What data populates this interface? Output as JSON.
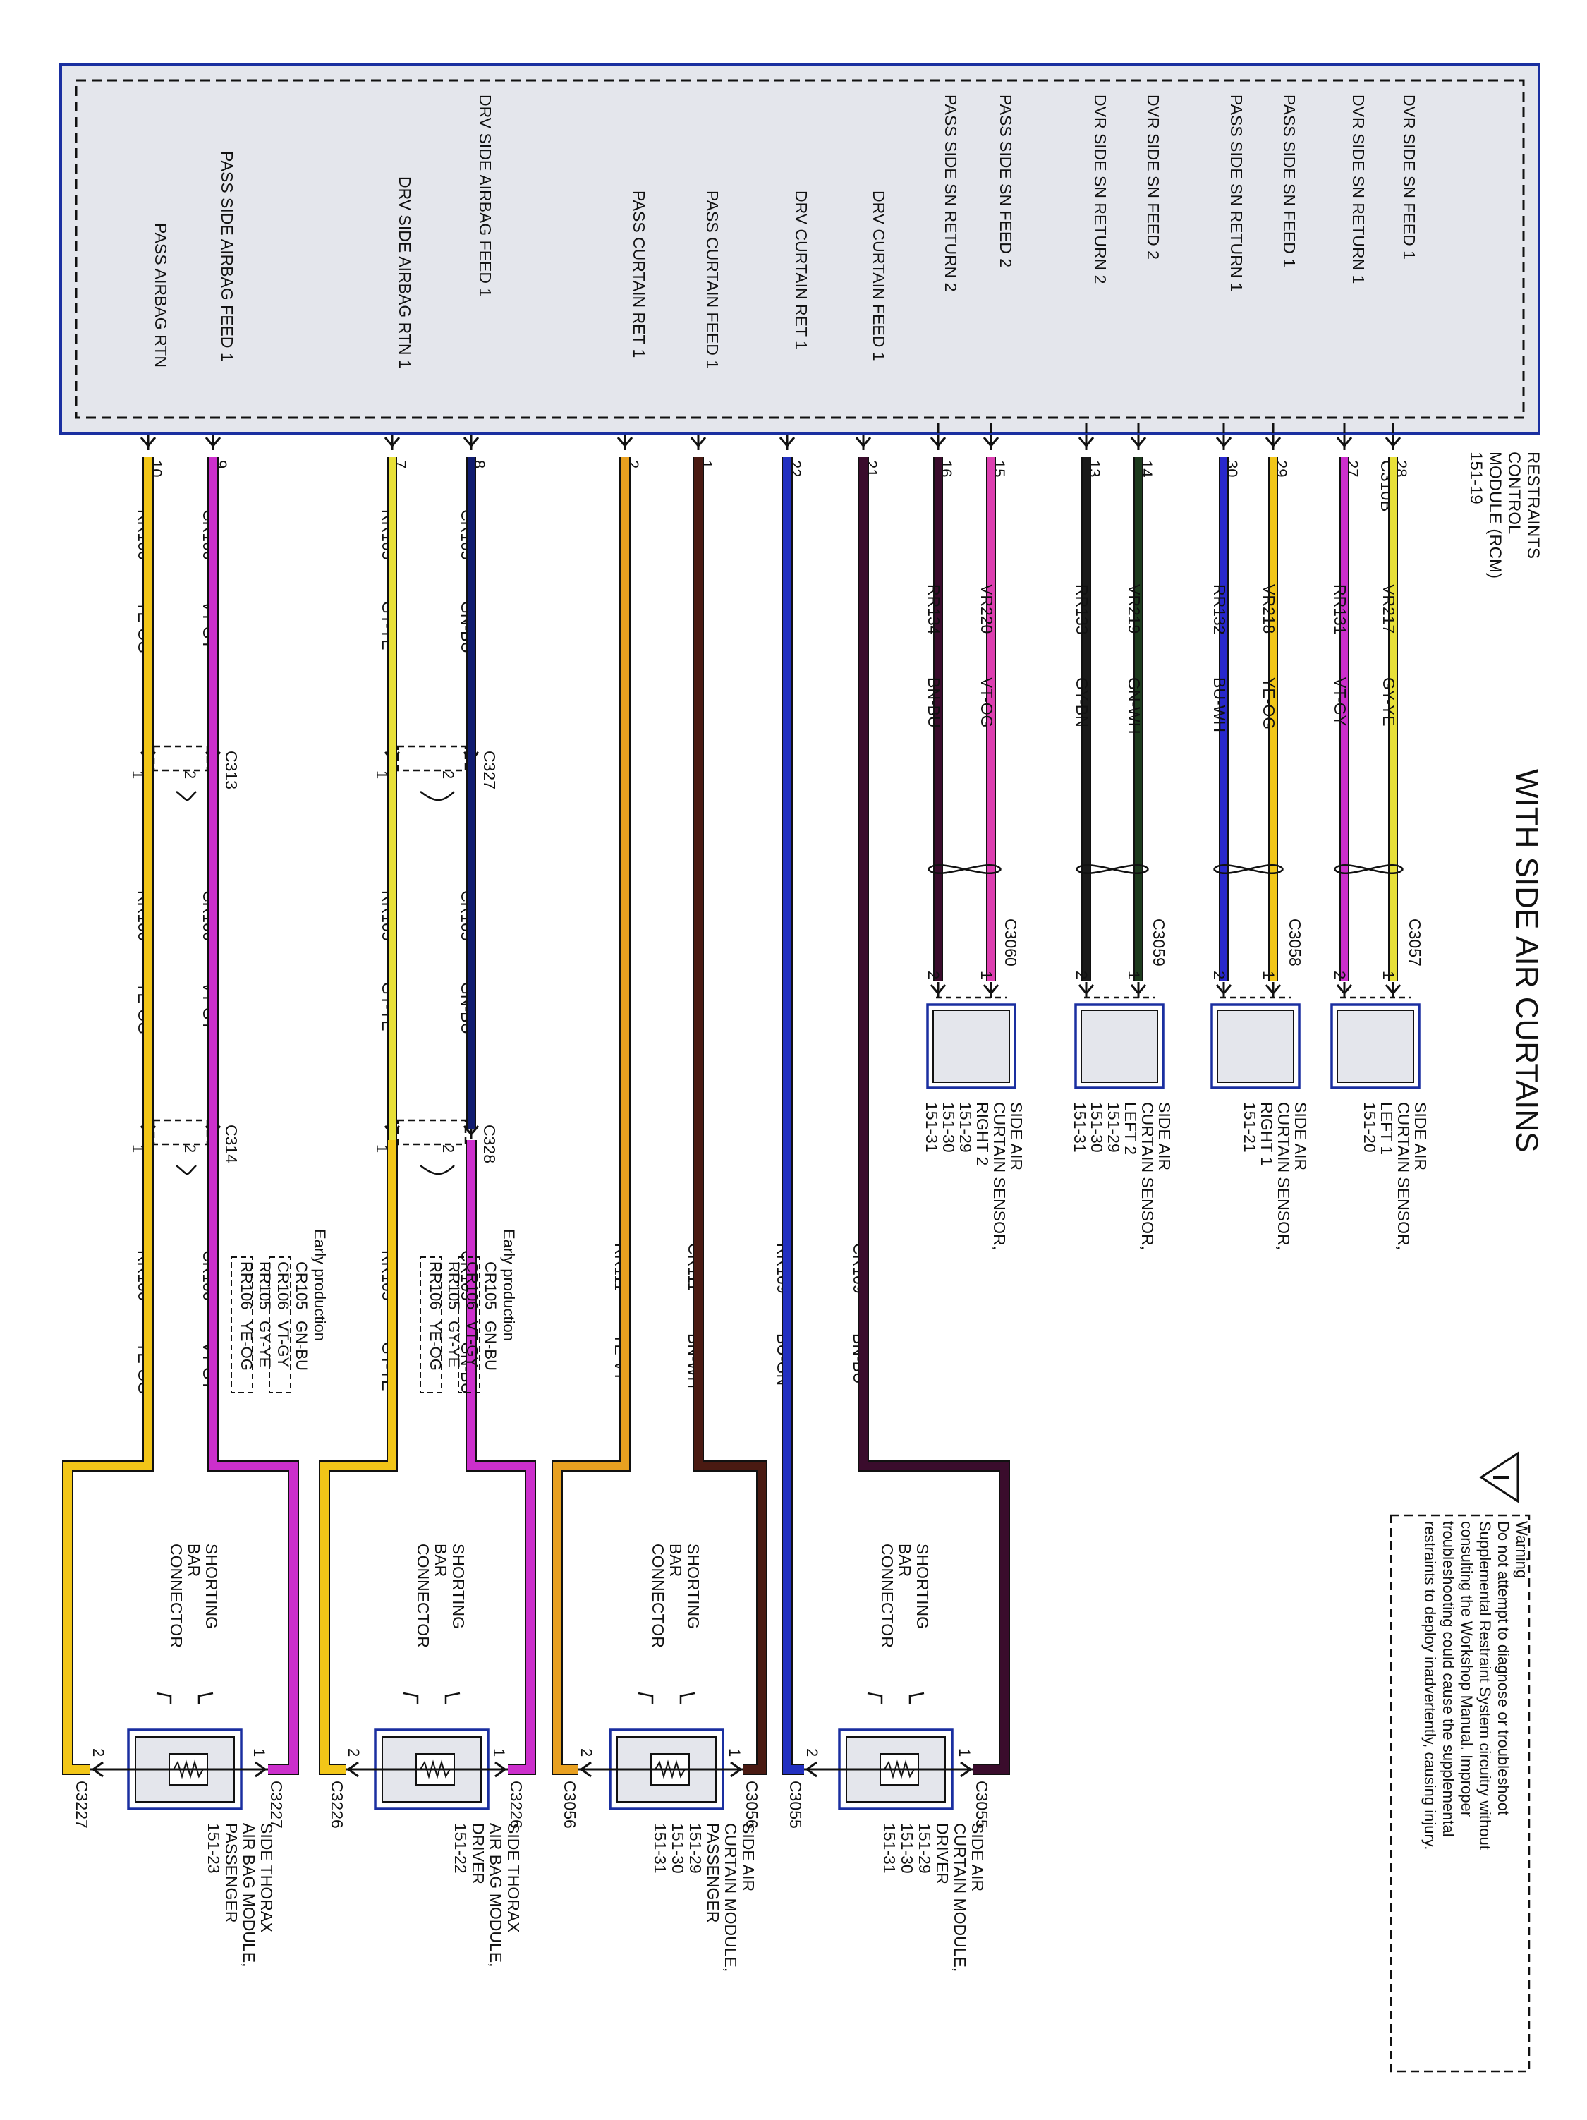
{
  "title": "WITH SIDE AIR CURTAINS",
  "module": {
    "name_lines": [
      "RESTRAINTS",
      "CONTROL",
      "MODULE (RCM)",
      "151-19"
    ],
    "connector": "C310B"
  },
  "warning": {
    "lines": [
      "Warning",
      "Do not attempt to diagnose or troubleshoot",
      "Supplemental Restraint System circuitry without",
      "consulting the Workshop Manual. Improper",
      "troubleshooting could cause the supplemental",
      "restraints to deploy inadvertently, causing injury."
    ]
  },
  "colors": {
    "frame_blue": "#1a2fa0",
    "module_fill": "#e4e6ec",
    "VT-GY": "#cc2fcc",
    "YE-OG": "#f2c618",
    "GY-YE": "#e8e038",
    "GN-BU": "#101c70",
    "GN-WH": "#1d3a1d",
    "GY-BN": "#1a1a1a",
    "BU-WH": "#2828cc",
    "VT-OG": "#dd3fb0",
    "BN-BU": "#3a0c2c",
    "BU-GN": "#2230c0",
    "BN-WH": "#4a1a12",
    "YE-VT": "#e8a020",
    "wire_dark": "#111111"
  },
  "sn_circuits": [
    {
      "label": "DVR SIDE SN FEED 1",
      "pin": "28",
      "circuit": "VR217",
      "color_code": "GY-YE",
      "conn_pin": "1"
    },
    {
      "label": "DVR SIDE SN RETURN 1",
      "pin": "27",
      "circuit": "RR131",
      "color_code": "VT-GY",
      "conn_pin": "2"
    },
    {
      "label": "PASS SIDE SN FEED 1",
      "pin": "29",
      "circuit": "VR218",
      "color_code": "YE-OG",
      "conn_pin": "1"
    },
    {
      "label": "PASS SIDE SN RETURN 1",
      "pin": "30",
      "circuit": "RR132",
      "color_code": "BU-WH",
      "conn_pin": "2"
    },
    {
      "label": "DVR SIDE SN FEED 2",
      "pin": "14",
      "circuit": "VR219",
      "color_code": "GN-WH",
      "conn_pin": "1"
    },
    {
      "label": "DVR SIDE SN RETURN 2",
      "pin": "13",
      "circuit": "RR133",
      "color_code": "GY-BN",
      "conn_pin": "2"
    },
    {
      "label": "PASS SIDE SN FEED 2",
      "pin": "15",
      "circuit": "VR220",
      "color_code": "VT-OG",
      "conn_pin": "1"
    },
    {
      "label": "PASS SIDE SN RETURN 2",
      "pin": "16",
      "circuit": "RR134",
      "color_code": "BN-BU",
      "conn_pin": "2"
    }
  ],
  "sensors": [
    {
      "connector": "C3057",
      "name_lines": [
        "SIDE AIR",
        "CURTAIN SENSOR,",
        "LEFT 1",
        "151-20"
      ]
    },
    {
      "connector": "C3058",
      "name_lines": [
        "SIDE AIR",
        "CURTAIN SENSOR,",
        "RIGHT 1",
        "151-21"
      ]
    },
    {
      "connector": "C3059",
      "name_lines": [
        "SIDE AIR",
        "CURTAIN SENSOR,",
        "LEFT 2",
        "151-29",
        "151-30",
        "151-31"
      ]
    },
    {
      "connector": "C3060",
      "name_lines": [
        "SIDE AIR",
        "CURTAIN SENSOR,",
        "RIGHT 2",
        "151-29",
        "151-30",
        "151-31"
      ]
    }
  ],
  "curtain_circuits": [
    {
      "label": "DRV CURTAIN FEED 1",
      "pin": "21",
      "circuit": "CR109",
      "color_code": "BN-BU"
    },
    {
      "label": "DRV CURTAIN RET 1",
      "pin": "22",
      "circuit": "RR109",
      "color_code": "BU-GN"
    },
    {
      "label": "PASS CURTAIN FEED 1",
      "pin": "1",
      "circuit": "CR111",
      "color_code": "BN-WH"
    },
    {
      "label": "PASS CURTAIN RET 1",
      "pin": "2",
      "circuit": "RR111",
      "color_code": "YE-VT"
    }
  ],
  "airbag_circuits": [
    {
      "label": "DRV SIDE AIRBAG FEED 1",
      "pin": "8",
      "circuit": "CR105",
      "color_code": "GN-BU",
      "inline_pin": "2"
    },
    {
      "label": "DRV SIDE AIRBAG RTN 1",
      "pin": "7",
      "circuit": "RR105",
      "color_code": "GY-YE",
      "inline_pin": "1"
    },
    {
      "label": "PASS SIDE AIRBAG FEED 1",
      "pin": "9",
      "circuit": "CR106",
      "color_code": "VT-GY",
      "inline_pin": "2"
    },
    {
      "label": "PASS AIRBAG RTN",
      "pin": "10",
      "circuit": "RR106",
      "color_code": "YE-OG",
      "inline_pin": "1"
    }
  ],
  "inline_connectors": {
    "driver": [
      "C327",
      "C328"
    ],
    "passenger": [
      "C313",
      "C314"
    ]
  },
  "early_production": {
    "driver": {
      "title": "Early production",
      "rows": [
        {
          "circuit": "CR105",
          "color": "GN-BU"
        },
        {
          "circuit": "CR106",
          "color": "VT-GY"
        },
        {
          "circuit": "RR105",
          "color": "GY-YE"
        },
        {
          "circuit": "RR106",
          "color": "YE-OG"
        }
      ]
    },
    "passenger": {
      "title": "Early production",
      "rows": [
        {
          "circuit": "CR105",
          "color": "GN-BU"
        },
        {
          "circuit": "CR106",
          "color": "VT-GY"
        },
        {
          "circuit": "RR105",
          "color": "GY-YE"
        },
        {
          "circuit": "RR106",
          "color": "YE-OG"
        }
      ]
    }
  },
  "shorting_bar_lines": [
    "SHORTING",
    "BAR",
    "CONNECTOR"
  ],
  "deploy_modules": [
    {
      "connector": "C3055",
      "pin_a": "1",
      "pin_b": "2",
      "name_lines": [
        "SIDE AIR",
        "CURTAIN MODULE,",
        "DRIVER",
        "151-29",
        "151-30",
        "151-31"
      ]
    },
    {
      "connector": "C3056",
      "pin_a": "1",
      "pin_b": "2",
      "name_lines": [
        "SIDE AIR",
        "CURTAIN MODULE,",
        "PASSENGER",
        "151-29",
        "151-30",
        "151-31"
      ]
    },
    {
      "connector": "C3226",
      "pin_a": "1",
      "pin_b": "2",
      "name_lines": [
        "SIDE THORAX",
        "AIR BAG MODULE,",
        "DRIVER",
        "151-22"
      ]
    },
    {
      "connector": "C3227",
      "pin_a": "1",
      "pin_b": "2",
      "name_lines": [
        "SIDE THORAX",
        "AIR BAG MODULE,",
        "PASSENGER",
        "151-23"
      ]
    }
  ]
}
